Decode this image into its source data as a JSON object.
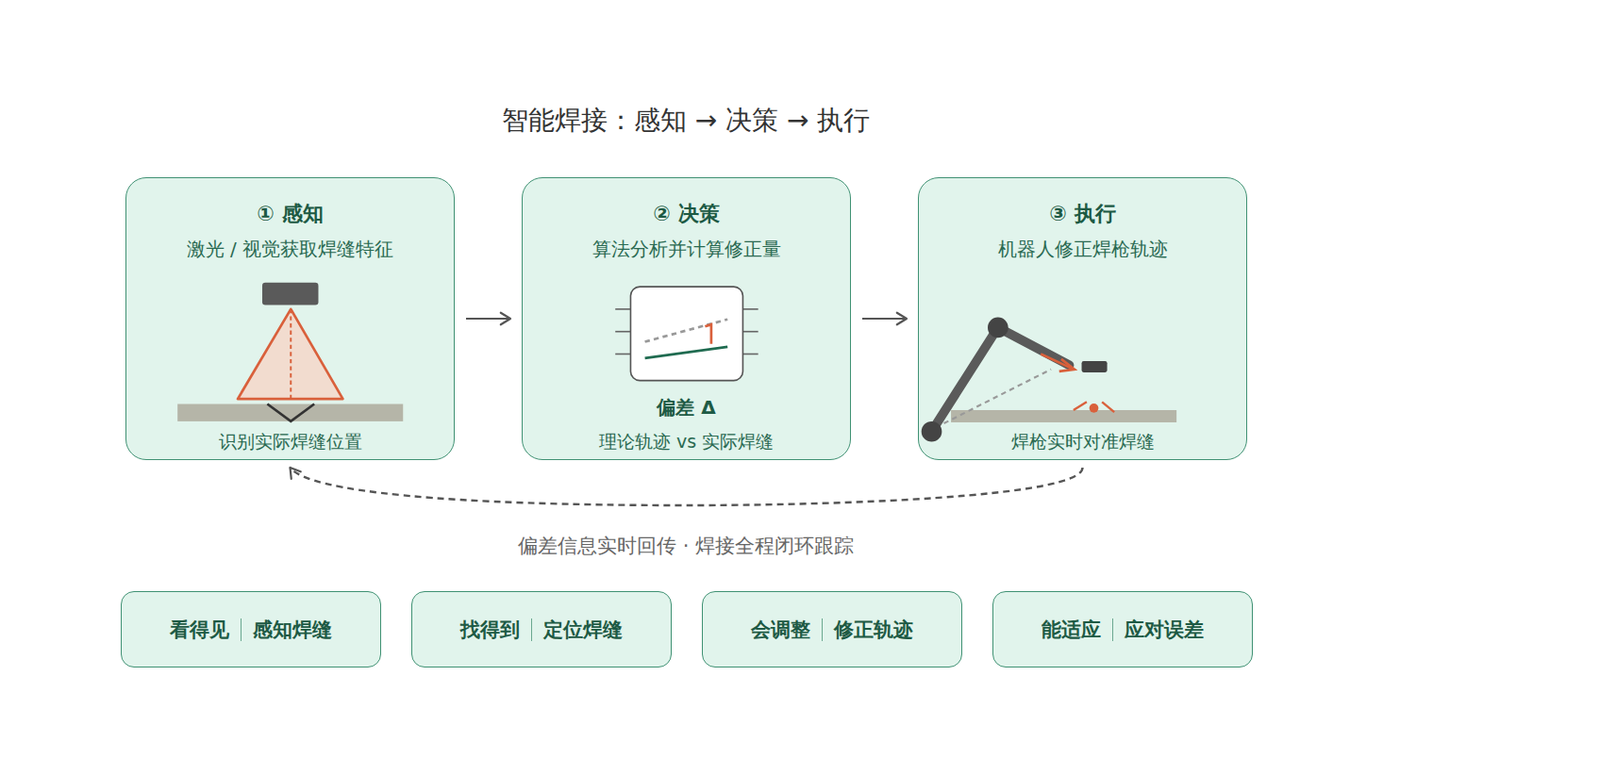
{
  "diagram": {
    "title": "智能焊接：感知 → 决策 → 执行",
    "nodes": [
      {
        "text": [
          "① 感知",
          "激光 / 视觉获取焊缝特征",
          "识别实际焊缝位置"
        ]
      },
      {
        "text": [
          "② 决策",
          "算法分析并计算修正量",
          "偏差 Δ",
          "理论轨迹 vs 实际焊缝"
        ]
      },
      {
        "text": [
          "③ 执行",
          "机器人修正焊枪轨迹",
          "焊枪实时对准焊缝"
        ]
      },
      {
        "text": [
          "看得见",
          "感知焊缝"
        ]
      },
      {
        "text": [
          "找得到",
          "定位焊缝"
        ]
      },
      {
        "text": [
          "会调整",
          "修正轨迹"
        ]
      },
      {
        "text": [
          "能适应",
          "应对误差"
        ]
      }
    ],
    "edges": [
      {
        "from": 0,
        "to": 1,
        "arrow": "to"
      },
      {
        "from": 1,
        "to": 2,
        "arrow": "to"
      },
      {
        "from": 2,
        "to": 0,
        "arrow": "to"
      }
    ],
    "labels": [
      "偏差信息实时回传 · 焊接全程闭环跟踪"
    ]
  }
}
